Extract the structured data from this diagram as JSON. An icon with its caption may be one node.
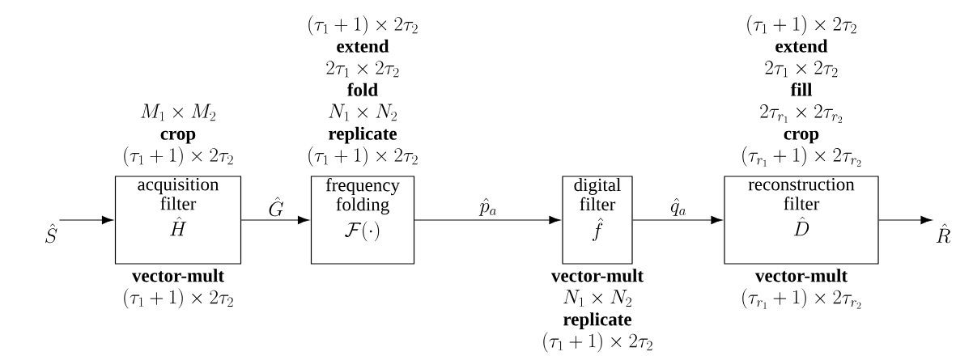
{
  "diagram": {
    "nodes": [
      {
        "text": [
          "\\hat{S}"
        ]
      },
      {
        "text": [
          "acquisition filter",
          "\\hat{H}"
        ],
        "beside": [
          "M_1 \\times M_2",
          "crop",
          "(\\tau_1 + 1) \\times 2\\tau_2",
          "vector-mult",
          "(\\tau_1 + 1) \\times 2\\tau_2"
        ]
      },
      {
        "text": [
          "frequency folding",
          "\\mathcal{F}(\\cdot)"
        ],
        "beside": [
          "(\\tau_1 + 1) \\times 2\\tau_2",
          "extend",
          "2\\tau_1 \\times 2\\tau_2",
          "fold",
          "N_1 \\times N_2",
          "replicate",
          "(\\tau_1 + 1) \\times 2\\tau_2"
        ]
      },
      {
        "text": [
          "digital filter",
          "\\hat{f}"
        ],
        "beside": [
          "vector-mult",
          "N_1 \\times N_2",
          "replicate",
          "(\\tau_1 + 1) \\times 2\\tau_2"
        ]
      },
      {
        "text": [
          "reconstruction filter",
          "\\hat{D}"
        ],
        "beside": [
          "(\\tau_1 + 1) \\times 2\\tau_2",
          "extend",
          "2\\tau_1 \\times 2\\tau_2",
          "fill",
          "2\\tau_{r_1} \\times 2\\tau_{r_2}",
          "crop",
          "(\\tau_{r_1} + 1) \\times 2\\tau_{r_2}",
          "vector-mult",
          "(\\tau_{r_1} + 1) \\times 2\\tau_{r_2}"
        ]
      },
      {
        "text": [
          "\\hat{R}"
        ]
      }
    ],
    "edges": [
      {
        "from": 0,
        "to": 1,
        "arrow": "to"
      },
      {
        "from": 1,
        "to": 2,
        "arrow": "to",
        "label": "\\hat{G}"
      },
      {
        "from": 2,
        "to": 3,
        "arrow": "to",
        "label": "\\hat{p}_a"
      },
      {
        "from": 3,
        "to": 4,
        "arrow": "to",
        "label": "\\hat{q}_a"
      },
      {
        "from": 4,
        "to": 5,
        "arrow": "to"
      }
    ]
  }
}
